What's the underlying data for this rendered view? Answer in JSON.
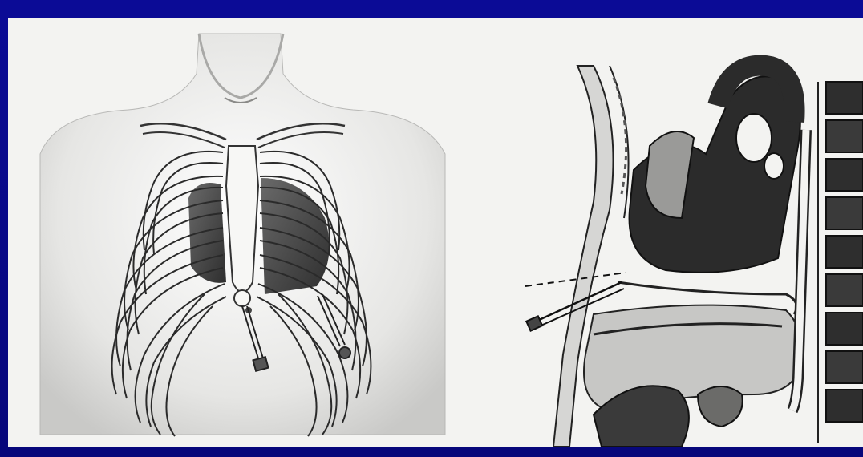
{
  "slide": {
    "background_color": "#0a0a8c",
    "paper_color": "#f3f3f1",
    "ink_color": "#2a2a2a"
  },
  "illustrations": [
    {
      "id": "thorax-front-view",
      "icon": "ribcage-frontal-illustration"
    },
    {
      "id": "thorax-sagittal-section",
      "icon": "heart-sagittal-section-illustration"
    }
  ]
}
